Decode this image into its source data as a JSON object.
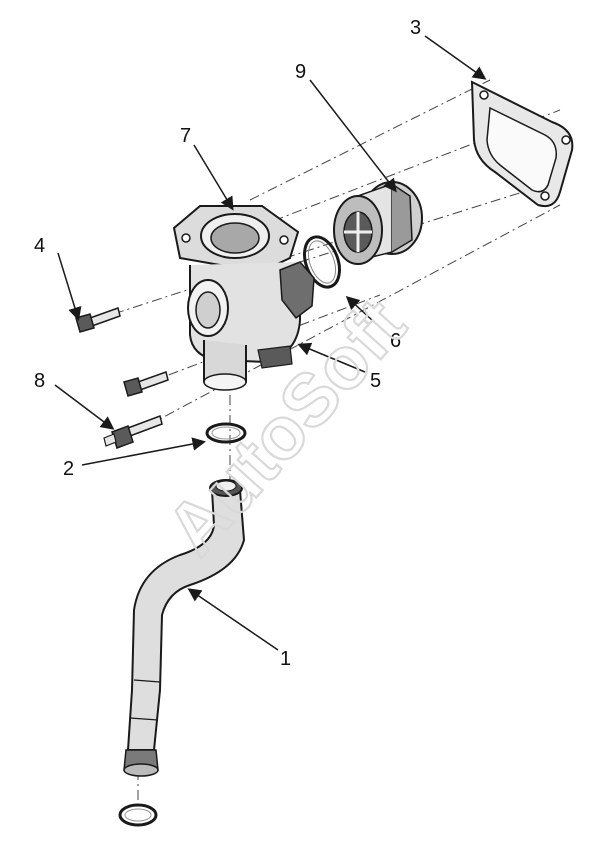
{
  "callouts": [
    {
      "id": "1",
      "label": "1"
    },
    {
      "id": "2",
      "label": "2"
    },
    {
      "id": "3",
      "label": "3"
    },
    {
      "id": "4",
      "label": "4"
    },
    {
      "id": "5",
      "label": "5"
    },
    {
      "id": "6",
      "label": "6"
    },
    {
      "id": "7",
      "label": "7"
    },
    {
      "id": "8",
      "label": "8"
    },
    {
      "id": "9",
      "label": "9"
    }
  ],
  "watermark": {
    "text": "AutoSoft"
  },
  "colors": {
    "line": "#1a1a1a",
    "part_fill": "#d9d9d9",
    "part_dark": "#6e6e6e",
    "watermark": "#d9d9d9"
  }
}
